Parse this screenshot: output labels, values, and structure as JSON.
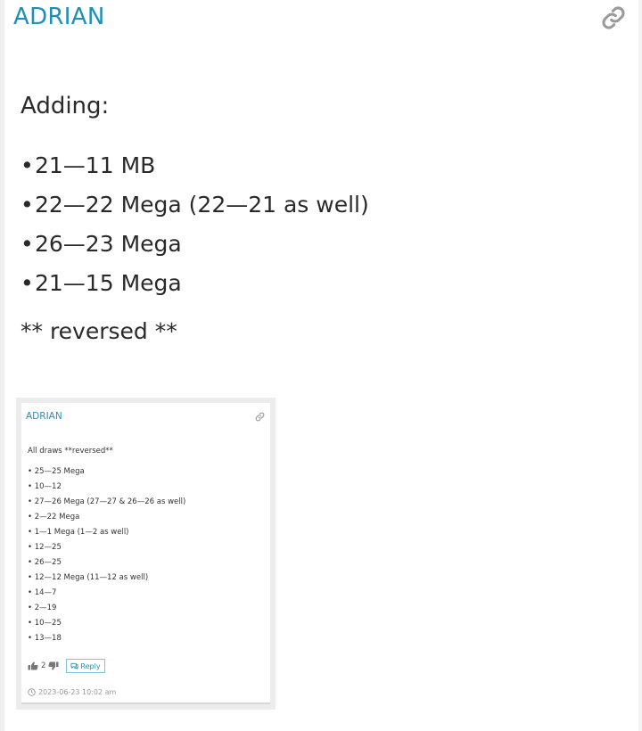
{
  "post": {
    "author": "ADRIAN",
    "intro": "Adding:",
    "items": [
      "21—11 MB",
      "22—22 Mega (22—21 as well)",
      "26—23 Mega",
      "21—15 Mega"
    ],
    "note": "** reversed **",
    "bullet": "•"
  },
  "embedded_post": {
    "author": "ADRIAN",
    "heading": "All draws **reversed**",
    "items": [
      "25—25 Mega",
      "10—12",
      "27—26 Mega (27—27 & 26—26 as well)",
      "2—22 Mega",
      "1—1 Mega (1—2 as well)",
      "12—25",
      "26—25",
      "12—12 Mega (11—12 as well)",
      "14—7",
      "2—19",
      "10—25",
      "13—18"
    ],
    "likes": "2",
    "reply_label": "Reply",
    "timestamp": "2023-06-23 10:02 am"
  },
  "icons": {
    "permalink": "link-icon",
    "like": "thumbs-up-icon",
    "dislike": "thumbs-down-icon",
    "reply": "chat-icon",
    "time": "clock-icon"
  },
  "colors": {
    "author": "#1f8fb4",
    "text": "#2a2a2a",
    "icon": "#9a9a9a"
  }
}
